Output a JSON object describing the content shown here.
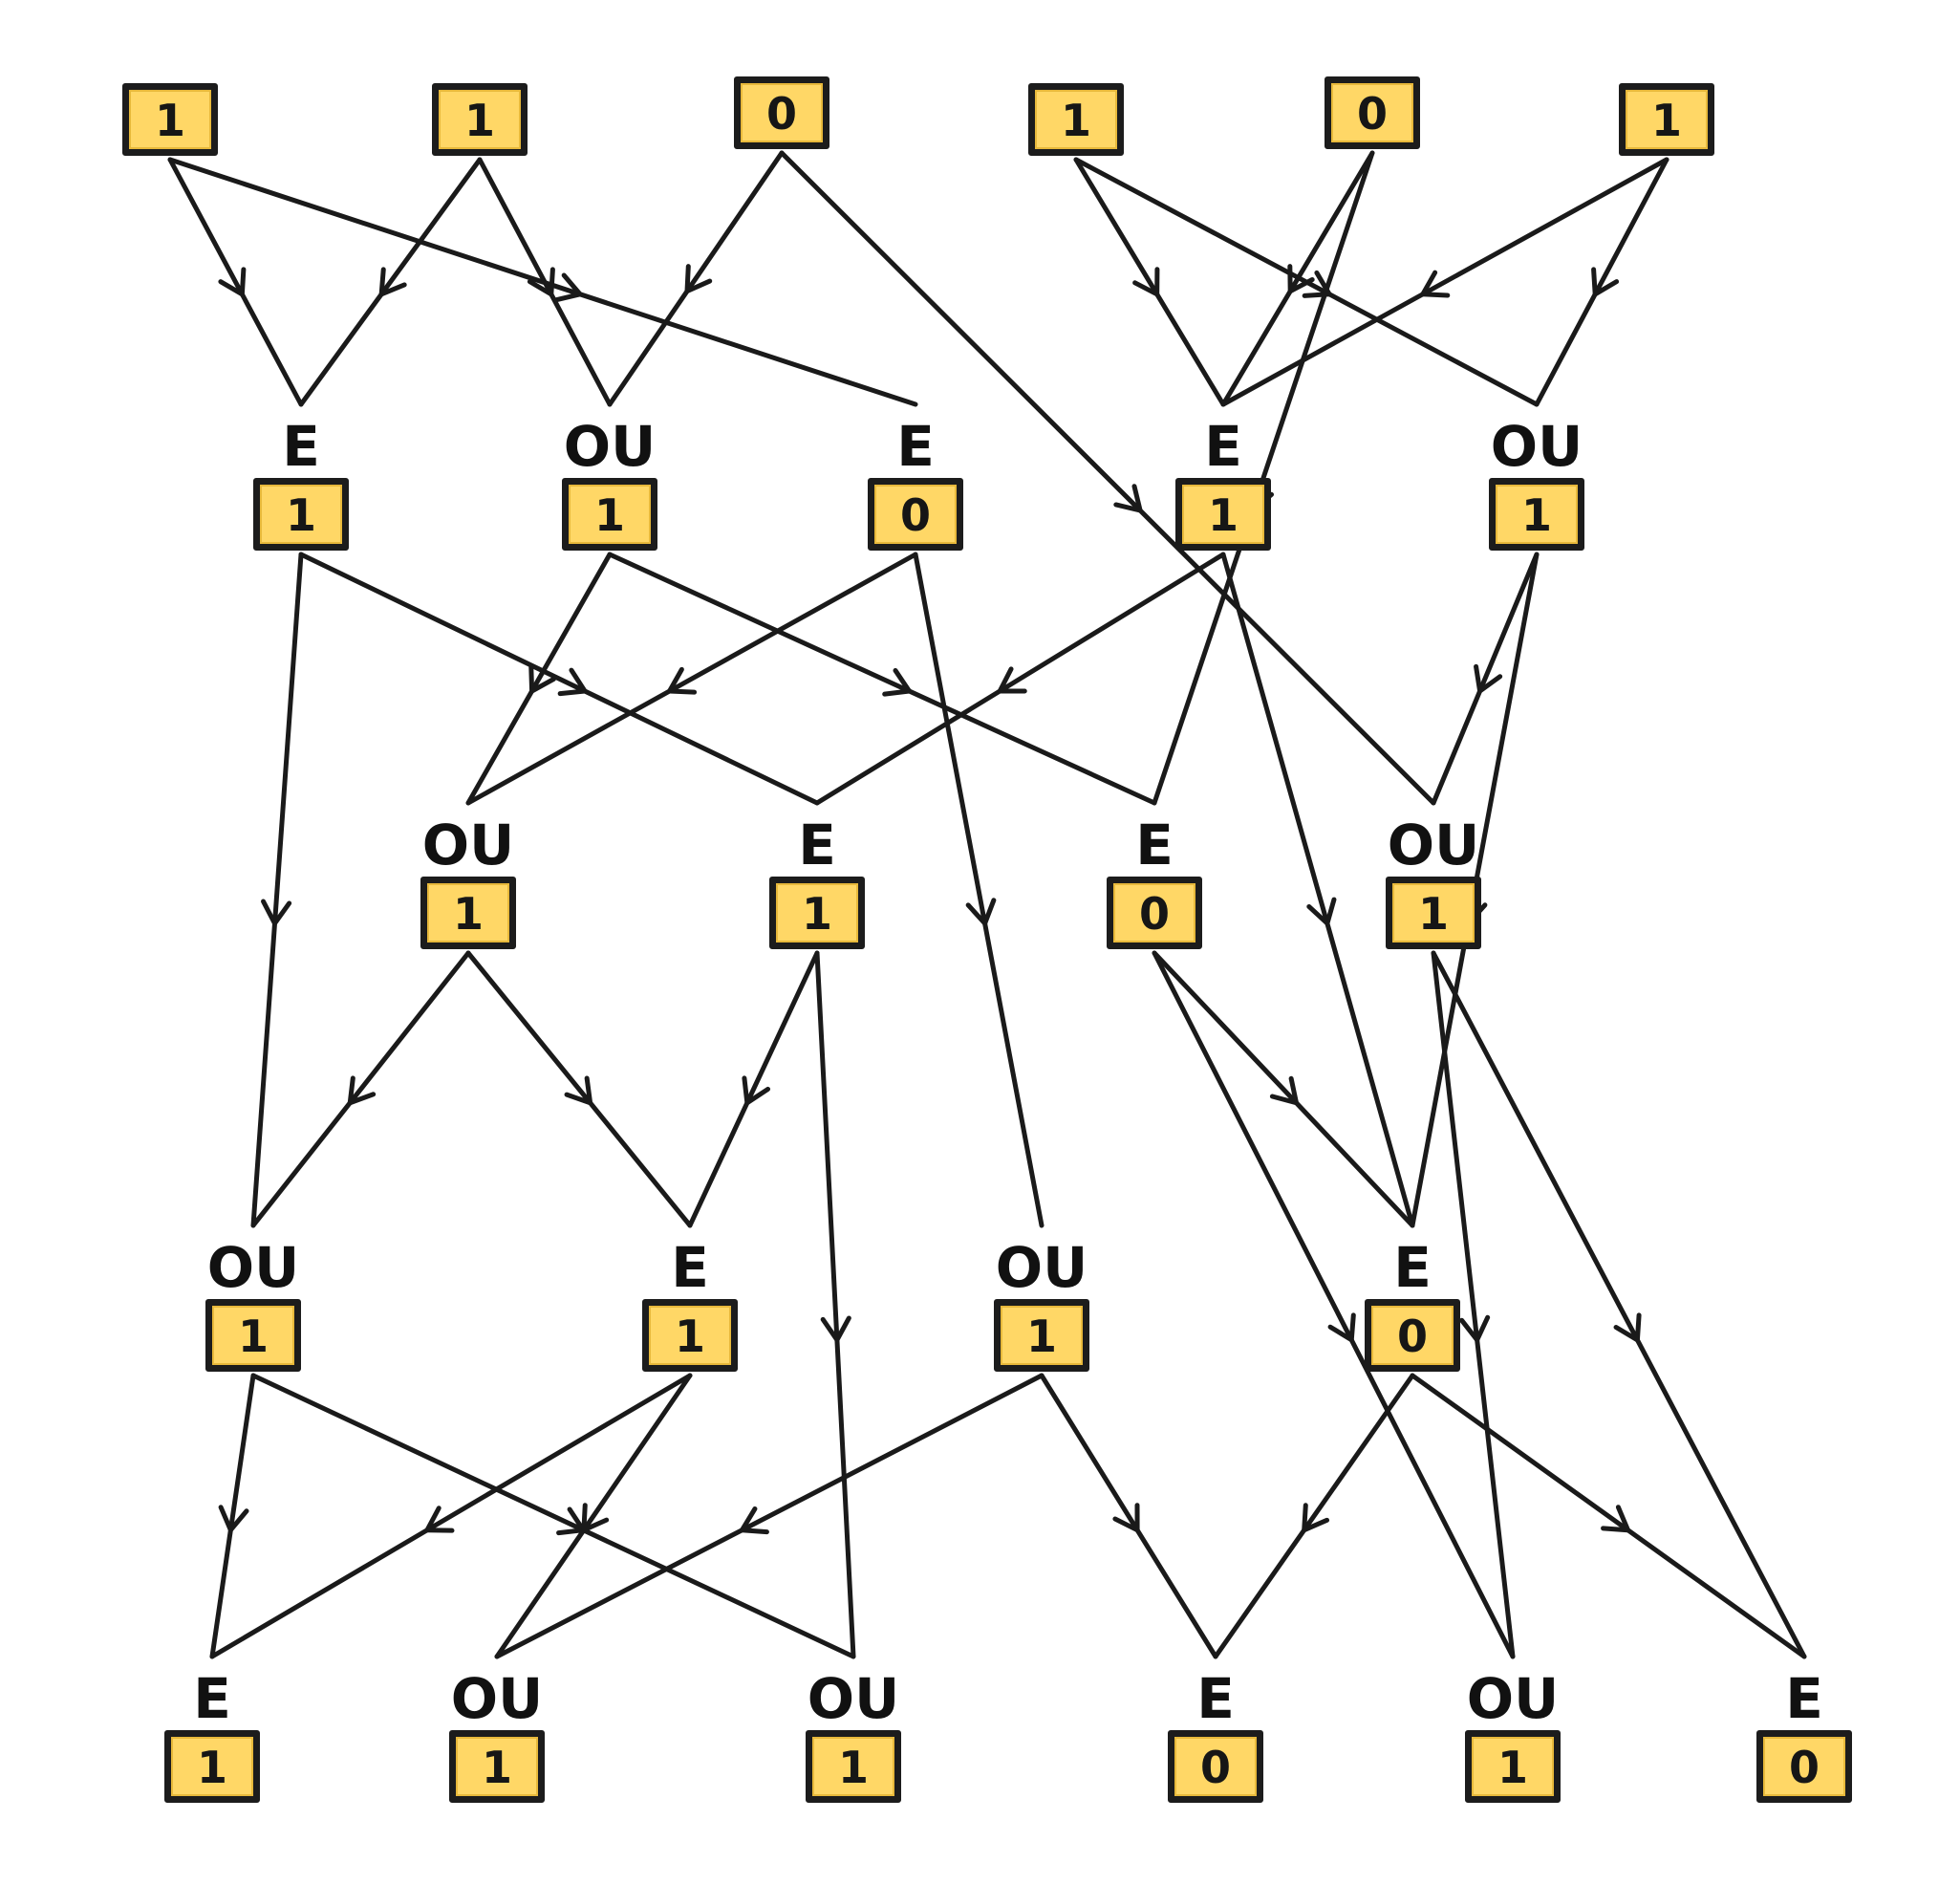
{
  "levels": [
    {
      "nodes": [
        {
          "gate": "",
          "bit": "1"
        },
        {
          "gate": "",
          "bit": "1"
        },
        {
          "gate": "",
          "bit": "0"
        },
        {
          "gate": "",
          "bit": "1"
        },
        {
          "gate": "",
          "bit": "0"
        },
        {
          "gate": "",
          "bit": "1"
        }
      ]
    },
    {
      "nodes": [
        {
          "gate": "E",
          "bit": "1"
        },
        {
          "gate": "OU",
          "bit": "1"
        },
        {
          "gate": "E",
          "bit": "0"
        },
        {
          "gate": "E",
          "bit": "1"
        },
        {
          "gate": "OU",
          "bit": "1"
        }
      ]
    },
    {
      "nodes": [
        {
          "gate": "OU",
          "bit": "1"
        },
        {
          "gate": "E",
          "bit": "1"
        },
        {
          "gate": "E",
          "bit": "0"
        },
        {
          "gate": "OU",
          "bit": "1"
        }
      ]
    },
    {
      "nodes": [
        {
          "gate": "OU",
          "bit": "1"
        },
        {
          "gate": "E",
          "bit": "1"
        },
        {
          "gate": "OU",
          "bit": "1"
        },
        {
          "gate": "E",
          "bit": "0"
        }
      ]
    },
    {
      "nodes": [
        {
          "gate": "E",
          "bit": "1"
        },
        {
          "gate": "OU",
          "bit": "1"
        },
        {
          "gate": "OU",
          "bit": "1"
        },
        {
          "gate": "E",
          "bit": "0"
        },
        {
          "gate": "OU",
          "bit": "1"
        },
        {
          "gate": "E",
          "bit": "0"
        }
      ]
    }
  ],
  "edges": [
    {
      "from": "0.0",
      "to": "1.0"
    },
    {
      "from": "0.0",
      "to": "1.2"
    },
    {
      "from": "0.1",
      "to": "1.0"
    },
    {
      "from": "0.1",
      "to": "1.1"
    },
    {
      "from": "0.2",
      "to": "1.1"
    },
    {
      "from": "0.2",
      "to": "2.3"
    },
    {
      "from": "0.3",
      "to": "1.3"
    },
    {
      "from": "0.3",
      "to": "1.4"
    },
    {
      "from": "0.4",
      "to": "1.3"
    },
    {
      "from": "0.4",
      "to": "2.2"
    },
    {
      "from": "0.5",
      "to": "1.3"
    },
    {
      "from": "0.5",
      "to": "1.4"
    },
    {
      "from": "1.0",
      "to": "3.0"
    },
    {
      "from": "1.0",
      "to": "2.1"
    },
    {
      "from": "1.1",
      "to": "2.0"
    },
    {
      "from": "1.1",
      "to": "2.2"
    },
    {
      "from": "1.2",
      "to": "2.0"
    },
    {
      "from": "1.2",
      "to": "3.2"
    },
    {
      "from": "1.3",
      "to": "2.1"
    },
    {
      "from": "1.3",
      "to": "3.3"
    },
    {
      "from": "1.4",
      "to": "2.3"
    },
    {
      "from": "1.4",
      "to": "3.3"
    },
    {
      "from": "2.0",
      "to": "3.0"
    },
    {
      "from": "2.0",
      "to": "3.1"
    },
    {
      "from": "2.1",
      "to": "3.1"
    },
    {
      "from": "2.1",
      "to": "4.2"
    },
    {
      "from": "2.2",
      "to": "3.3"
    },
    {
      "from": "2.2",
      "to": "4.4"
    },
    {
      "from": "2.3",
      "to": "4.4"
    },
    {
      "from": "2.3",
      "to": "4.5"
    },
    {
      "from": "3.0",
      "to": "4.0"
    },
    {
      "from": "3.0",
      "to": "4.2"
    },
    {
      "from": "3.1",
      "to": "4.0"
    },
    {
      "from": "3.1",
      "to": "4.1"
    },
    {
      "from": "3.2",
      "to": "4.1"
    },
    {
      "from": "3.2",
      "to": "4.3"
    },
    {
      "from": "3.3",
      "to": "4.3"
    },
    {
      "from": "3.3",
      "to": "4.5"
    }
  ],
  "colors": {
    "box_fill": "#ffd766",
    "box_border": "#1c1c1c",
    "wire": "#1a1a1a",
    "text": "#111111",
    "background": "#ffffff"
  }
}
